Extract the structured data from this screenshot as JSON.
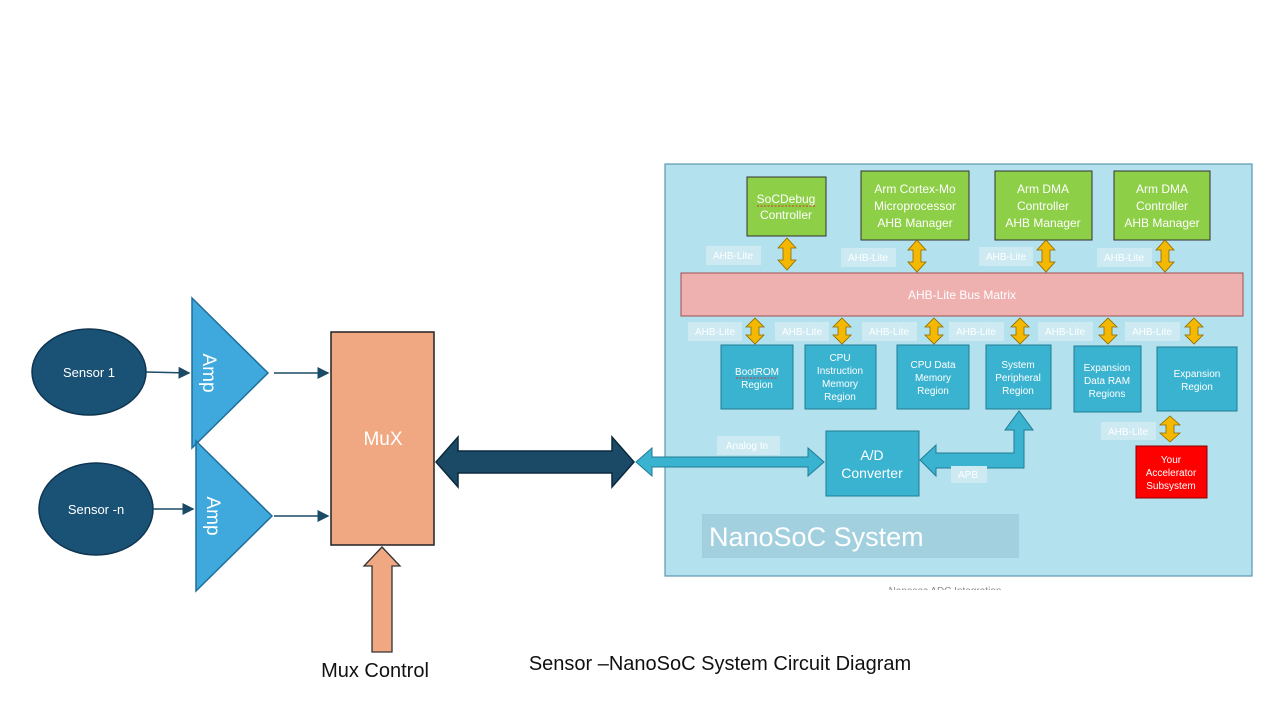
{
  "sensors": [
    {
      "label": "Sensor 1"
    },
    {
      "label": "Sensor -n"
    }
  ],
  "amps": [
    {
      "label": "Amp"
    },
    {
      "label": "Amp"
    }
  ],
  "mux": {
    "label": "MuX",
    "control_label": "Mux Control"
  },
  "soc": {
    "title": "NanoSoC System",
    "footer_cut": "Nanosoc ADC Integration",
    "managers": [
      {
        "lines": [
          "SoCDebug",
          "Controller"
        ]
      },
      {
        "lines": [
          "Arm Cortex-Mo",
          "Microprocessor",
          "AHB Manager"
        ]
      },
      {
        "lines": [
          "Arm DMA",
          "Controller",
          "AHB Manager"
        ]
      },
      {
        "lines": [
          "Arm DMA",
          "Controller",
          "AHB Manager"
        ]
      }
    ],
    "bus_labels_top": [
      "AHB-Lite",
      "AHB-Lite",
      "AHB-Lite",
      "AHB-Lite"
    ],
    "bus_matrix": "AHB-Lite Bus Matrix",
    "bus_labels_bottom": [
      "AHB-Lite",
      "AHB-Lite",
      "AHB-Lite",
      "AHB-Lite",
      "AHB-Lite",
      "AHB-Lite"
    ],
    "regions": [
      {
        "lines": [
          "BootROM",
          "Region"
        ]
      },
      {
        "lines": [
          "CPU",
          "Instruction",
          "Memory",
          "Region"
        ]
      },
      {
        "lines": [
          "CPU Data",
          "Memory",
          "Region"
        ]
      },
      {
        "lines": [
          "System",
          "Peripheral",
          "Region"
        ]
      },
      {
        "lines": [
          "Expansion",
          "Data RAM",
          "Regions"
        ]
      },
      {
        "lines": [
          "Expansion",
          "Region"
        ]
      }
    ],
    "expansion_bus_label": "AHB-Lite",
    "accelerator": {
      "lines": [
        "Your",
        "Accelerator",
        "Subsystem"
      ]
    },
    "adc": {
      "lines": [
        "A/D",
        "Converter"
      ]
    },
    "analog_in": "Analog In",
    "apb": "APB"
  },
  "caption": "Sensor –NanoSoC System Circuit Diagram",
  "colors": {
    "sensor_fill": "#1a5276",
    "amp_fill": "#3fa9dd",
    "mux_fill": "#f0a882",
    "soc_bg": "#b4e1ee",
    "manager_fill": "#8dcf47",
    "bus_matrix_fill": "#efb0b0",
    "region_fill": "#3ab3d0",
    "accelerator_fill": "#ff0000",
    "arrow_yellow": "#f5b800",
    "dark_arrow": "#1b4a66"
  }
}
